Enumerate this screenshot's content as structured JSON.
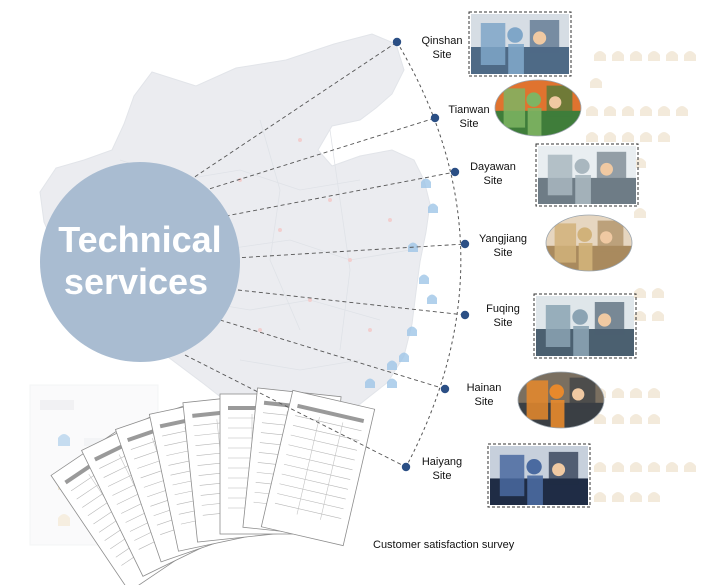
{
  "center": {
    "label_line1": "Technical",
    "label_line2": "services",
    "fill_color": "#a9bcd1"
  },
  "sites": [
    {
      "name": "Qinshan",
      "suffix": "Site",
      "photo": "workers-hardhats-blue-photo"
    },
    {
      "name": "Tianwan",
      "suffix": "Site",
      "photo": "workers-outdoor-grass-photo"
    },
    {
      "name": "Dayawan",
      "suffix": "Site",
      "photo": "engineers-control-cabinet-photo"
    },
    {
      "name": "Yangjiang",
      "suffix": "Site",
      "photo": "team-meeting-table-photo"
    },
    {
      "name": "Fuqing",
      "suffix": "Site",
      "photo": "training-room-photo"
    },
    {
      "name": "Hainan",
      "suffix": "Site",
      "photo": "workers-orange-hardhats-photo"
    },
    {
      "name": "Haiyang",
      "suffix": "Site",
      "photo": "technician-panel-wiring-photo"
    }
  ],
  "survey": {
    "caption": "Customer satisfaction survey"
  },
  "colors": {
    "node": "#2b4f85",
    "line": "#555555",
    "map": "#e9ebef",
    "icon_blue": "#9fc6e7",
    "icon_tan": "#ead9bd"
  }
}
